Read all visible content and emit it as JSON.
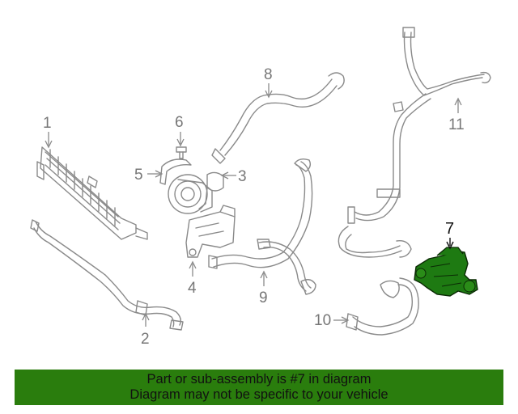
{
  "callouts": [
    {
      "label": "1"
    },
    {
      "label": "2"
    },
    {
      "label": "3"
    },
    {
      "label": "4"
    },
    {
      "label": "5"
    },
    {
      "label": "6"
    },
    {
      "label": "7"
    },
    {
      "label": "8"
    },
    {
      "label": "9"
    },
    {
      "label": "10"
    },
    {
      "label": "11"
    }
  ],
  "highlighted_part": "7",
  "colors": {
    "highlight_fill": "#1e7a12",
    "banner_bg": "#2a7d0d",
    "line": "#8a8a8a"
  },
  "banner": {
    "line1": "Part or sub-assembly is #7 in diagram",
    "line2": "Diagram may not be specific to your vehicle"
  }
}
